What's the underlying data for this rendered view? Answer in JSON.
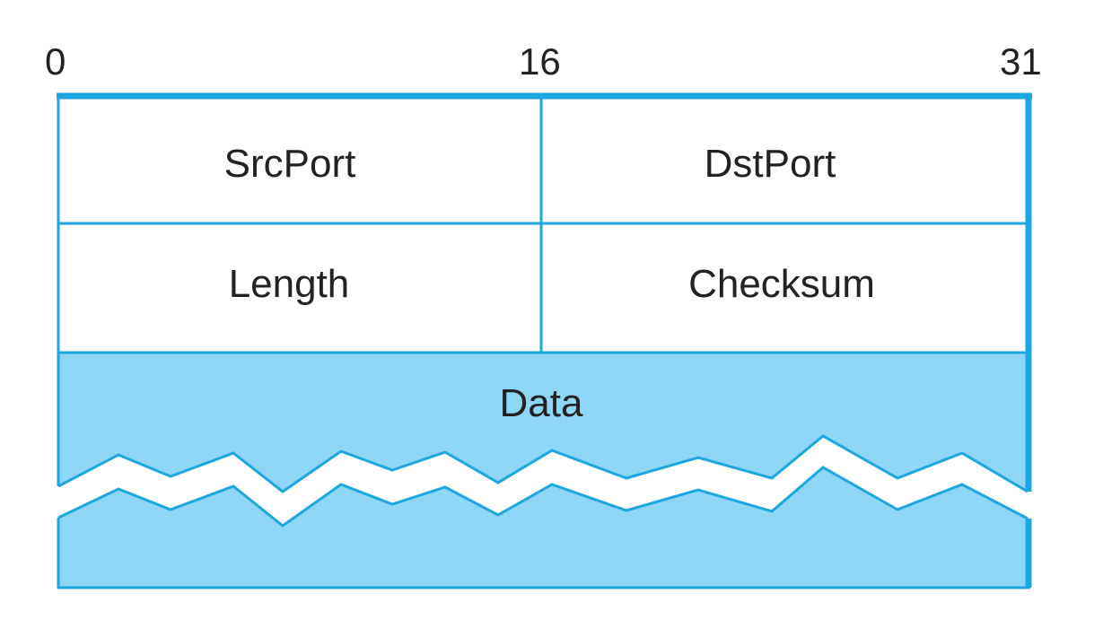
{
  "bits": {
    "start": "0",
    "middle": "16",
    "end": "31"
  },
  "fields": {
    "src_port": "SrcPort",
    "dst_port": "DstPort",
    "length": "Length",
    "checksum": "Checksum",
    "data": "Data"
  },
  "colors": {
    "border": "#1da6e0",
    "data_fill": "#8dd6f6",
    "text": "#222222"
  }
}
